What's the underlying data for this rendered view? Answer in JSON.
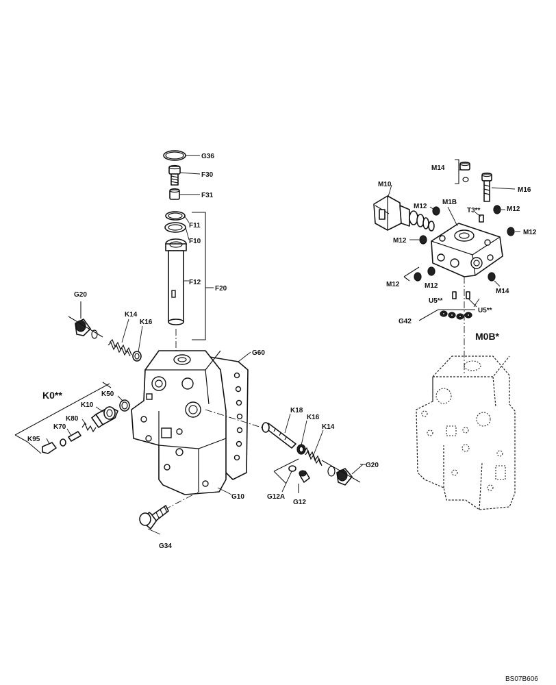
{
  "labels": {
    "g36": "G36",
    "f30": "F30",
    "f31": "F31",
    "f11": "F11",
    "f10": "F10",
    "f12": "F12",
    "f20": "F20",
    "g20_left": "G20",
    "k14_left": "K14",
    "k16_left": "K16",
    "g60": "G60",
    "k0": "K0**",
    "k50": "K50",
    "k10": "K10",
    "k80": "K80",
    "k70": "K70",
    "k95": "K95",
    "k18": "K18",
    "k16_right": "K16",
    "k14_right": "K14",
    "g20_right": "G20",
    "g12a": "G12A",
    "g12": "G12",
    "g10": "G10",
    "g34": "G34",
    "m14_top": "M14",
    "m16": "M16",
    "m10": "M10",
    "m12_a": "M12",
    "m1b": "M1B",
    "t3": "T3**",
    "m12_b": "M12",
    "m12_c": "M12",
    "m12_d": "M12",
    "m12_e": "M12",
    "m12_f": "M12",
    "m14_bottom": "M14",
    "u5_left": "U5**",
    "u5_right": "U5**",
    "g42": "G42",
    "m0b": "M0B*"
  },
  "reference_code": "BS07B606",
  "colors": {
    "line": "#111111",
    "background": "#ffffff"
  }
}
